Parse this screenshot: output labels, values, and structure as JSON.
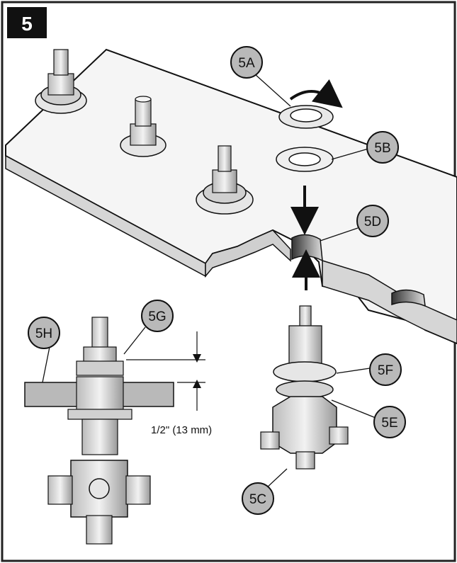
{
  "step": {
    "number": "5"
  },
  "callouts": {
    "a": "5A",
    "b": "5B",
    "c": "5C",
    "d": "5D",
    "e": "5E",
    "f": "5F",
    "g": "5G",
    "h": "5H"
  },
  "dimension": {
    "text": "1/2\" (13 mm)"
  },
  "colors": {
    "ink": "#111111",
    "callout_fill": "#b9b9b9",
    "surface": "#f4f4f4",
    "edge": "#d0d0d0"
  }
}
